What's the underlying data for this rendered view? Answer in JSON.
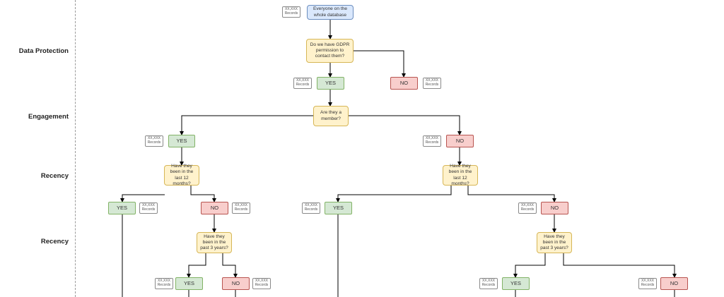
{
  "stages": {
    "data_protection": "Data Protection",
    "engagement": "Engagement",
    "recency_1": "Recency",
    "recency_2": "Recency"
  },
  "records": {
    "count": "XX,XXX",
    "label": "Records"
  },
  "nodes": {
    "start": "Everyone on the whole database",
    "q_gdpr": "Do we have GDPR permission to contact them?",
    "q_member": "Are they a member?",
    "q_12m": "Have they been in the last 12 months?",
    "q_3y": "Have they been in the past 3 years?",
    "yes": "YES",
    "no": "NO"
  },
  "colors": {
    "question_fill": "#fff2cc",
    "question_border": "#d6b656",
    "start_fill": "#dae8fc",
    "start_border": "#6c8ebf",
    "yes_fill": "#d5e8d4",
    "yes_border": "#82b366",
    "no_fill": "#f8cecc",
    "no_border": "#b85450",
    "connector": "#000000"
  }
}
